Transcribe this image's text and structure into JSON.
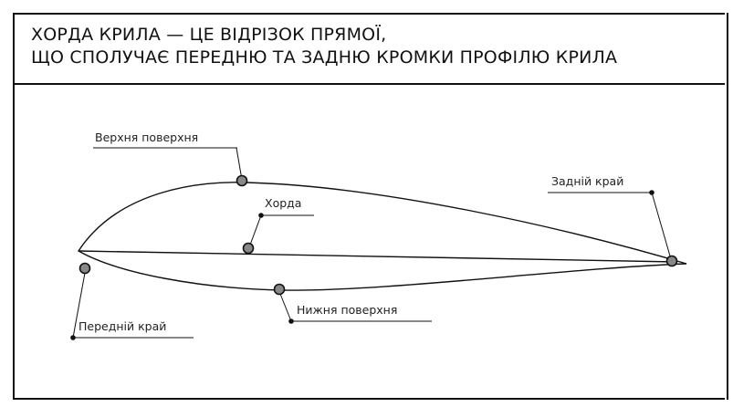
{
  "title": {
    "line1": "ХОРДА КРИЛА — ЦЕ ВІДРІЗОК ПРЯМОЇ,",
    "line2": "ЩО СПОЛУЧАЄ ПЕРЕДНЮ ТА ЗАДНЮ КРОМКИ ПРОФІЛЮ КРИЛА"
  },
  "labels": {
    "upper_surface": "Верхня поверхня",
    "chord": "Хорда",
    "trailing_edge": "Задній край",
    "leading_edge": "Передній край",
    "lower_surface": "Нижня поверхня"
  },
  "colors": {
    "line": "#111111",
    "marker_fill": "#888888"
  }
}
